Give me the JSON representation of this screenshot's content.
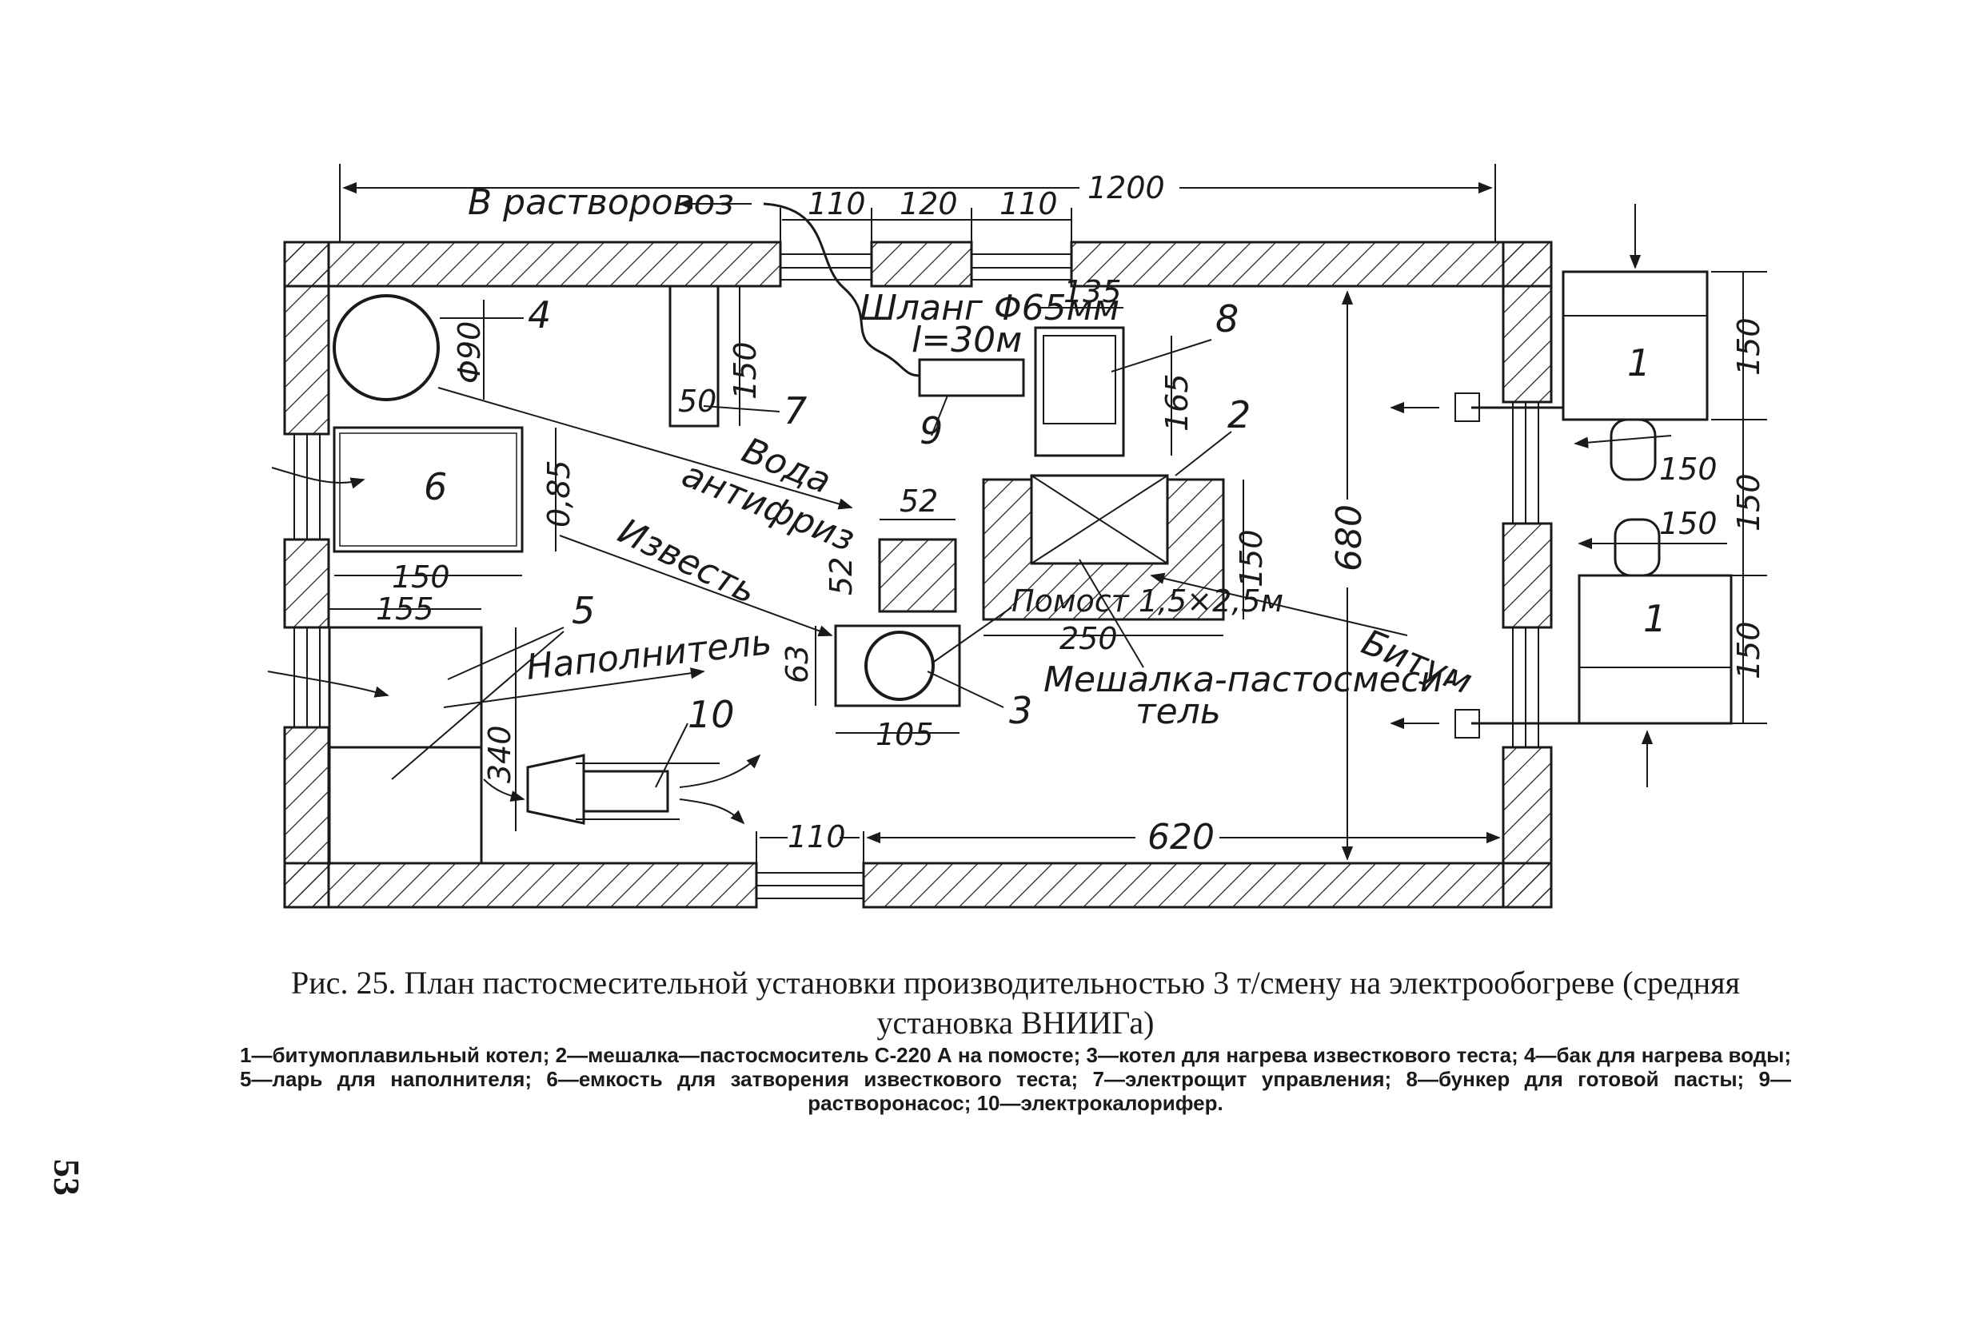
{
  "dimensions": {
    "total_length": "1200",
    "top_gap_1": "110",
    "top_gap_2": "120",
    "top_gap_3": "110",
    "tank_diameter": "Φ90",
    "panel_height": "150",
    "panel_width": "50",
    "hopper_width": "135",
    "hopper_height": "165",
    "container_height": "0,85",
    "container_width": "150",
    "box_width": "155",
    "box_height": "340",
    "small_box_w": "52",
    "small_box_h": "52",
    "boiler_h": "63",
    "boiler_w": "105",
    "mixer_h": "150",
    "platform_w": "250",
    "room_height": "680",
    "bottom_gap": "110",
    "bottom_len": "620",
    "right_150_1": "150",
    "right_150_2": "150",
    "right_150_3": "150",
    "right_150_4": "150",
    "right_150_5": "150"
  },
  "labels": {
    "to_truck": "В растворовоз",
    "hose": "Шланг Φ65мм",
    "hose_len": "l=30м",
    "water": "Вода",
    "antifreeze": "антифриз",
    "lime": "Известь",
    "filler": "Наполнитель",
    "bitumen": "Битум",
    "platform": "Помост 1,5×2,5м",
    "mixer_1": "Мешалка-пастосмеси-",
    "mixer_2": "тель"
  },
  "numbers": {
    "n1a": "1",
    "n1b": "1",
    "n2": "2",
    "n3": "3",
    "n4": "4",
    "n5": "5",
    "n6": "6",
    "n7": "7",
    "n8": "8",
    "n9": "9",
    "n10": "10"
  },
  "caption": {
    "title": "Рис. 25. План пастосмесительной установки производительностью 3 т/смену на электрообогреве (средняя установка ВНИИГа)",
    "legend": "1—битумоплавильный котел; 2—мешалка—пастосмоситель С-220 А на помосте; 3—котел для нагрева известкового теста; 4—бак для нагрева воды; 5—ларь для наполнителя; 6—емкость для затворения известкового теста; 7—электрощит управления; 8—бункер для готовой пасты; 9—растворонасос; 10—электрокалорифер."
  },
  "page_number": "53"
}
